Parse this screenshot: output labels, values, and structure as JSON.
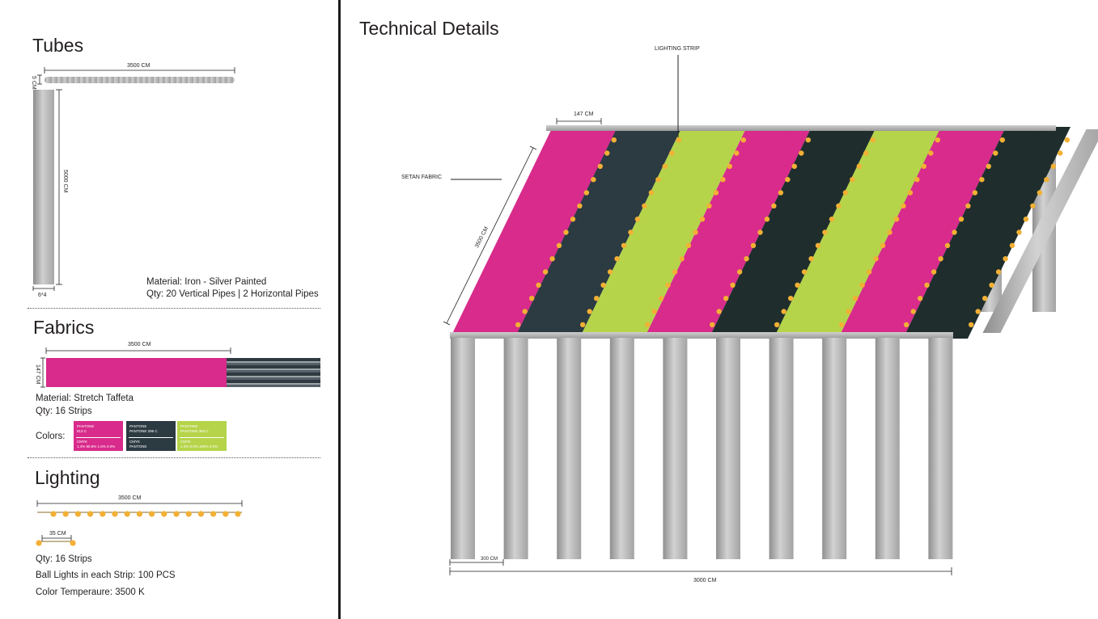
{
  "left_panel": {
    "tubes": {
      "title": "Tubes",
      "horizontal_length": "3500 CM",
      "horizontal_thickness": "5 CM",
      "vertical_length": "5000 CM",
      "vertical_width": "6*4",
      "material": "Material: Iron - Silver Painted",
      "qty": "Qty: 20 Vertical Pipes | 2 Horizontal Pipes"
    },
    "fabrics": {
      "title": "Fabrics",
      "length": "3500 CM",
      "height": "147 CM",
      "material": "Material: Stretch Taffeta",
      "qty": "Qty: 16 Strips",
      "colors_label": "Colors:",
      "swatches": [
        {
          "color": "#d82b8b",
          "line1": "PANTONE",
          "line2": "813 C",
          "line3": "CMYK",
          "line4": "1.4% 90.8% 1.5% 0.0%"
        },
        {
          "color": "#2c3a42",
          "line1": "PANTONE",
          "line2": "PANTONE 296 C",
          "line3": "CMYK",
          "line4": "PANTONE"
        },
        {
          "color": "#b5d44a",
          "line1": "PANTONE",
          "line2": "PANTONE 382 C",
          "line3": "CMYK",
          "line4": "1.2% 0.0% 100% 0.0%"
        }
      ]
    },
    "lighting": {
      "title": "Lighting",
      "length": "3500 CM",
      "spacing": "35 CM",
      "qty": "Qty: 16 Strips",
      "balls": "Ball Lights in each Strip: 100 PCS",
      "temperature": "Color Temperaure: 3500 K"
    }
  },
  "right_panel": {
    "title": "Technical Details",
    "lighting_strip_label": "LIGHTING STRIP",
    "setan_fabric_label": "SETAN FABRIC",
    "strip_width": "147 CM",
    "strip_length": "3500 CM",
    "pipe_spacing": "300 CM",
    "total_width": "3000 CM",
    "colors": {
      "magenta": "#d82b8b",
      "navy": "#2c3a42",
      "dark_green": "#1f2e2c",
      "lime": "#b5d44a",
      "bulb": "#f2b035",
      "pipe": "#b8b8b8"
    },
    "stripe_order": [
      "magenta",
      "navy",
      "lime",
      "magenta",
      "dark_green",
      "lime",
      "magenta",
      "dark_green"
    ]
  }
}
